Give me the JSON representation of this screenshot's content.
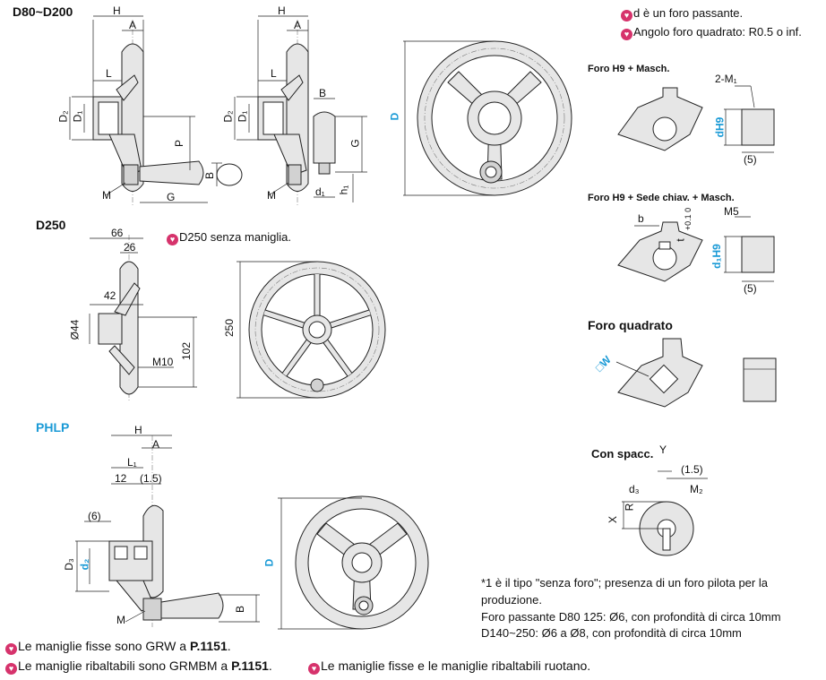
{
  "sections": {
    "d80": "D80~D200",
    "d250": "D250",
    "phlp": "PHLP",
    "h9_tap": "Foro H9 + Masch.",
    "h9_key": "Foro H9 + Sede chiav. + Masch.",
    "square": "Foro quadrato",
    "spacc": "Con spacc."
  },
  "labels": {
    "H": "H",
    "A": "A",
    "L": "L",
    "D2": "D₂",
    "D1": "D₁",
    "P": "P",
    "B": "B",
    "M": "M",
    "G": "G",
    "d1": "d₁",
    "h1": "h₁",
    "D": "D",
    "dim66": "66",
    "dim26": "26",
    "dim42": "42",
    "dim44": "Ø44",
    "M10": "M10",
    "dim102": "102",
    "dim250": "250",
    "L1": "L₁",
    "dim12": "12",
    "dim15": "(1.5)",
    "dim6": "(6)",
    "D3": "D₃",
    "d2": "d₂",
    "twoM1": "2-M₁",
    "dH9": "dH9",
    "dim5": "(5)",
    "b": "b",
    "t": "t",
    "t_tol": "+0.1 0",
    "M5": "M5",
    "d1H9": "d₁H9",
    "W": "□W",
    "Y": "Y",
    "X": "X",
    "R": "R",
    "d3": "d₃",
    "M2": "M₂",
    "sp15": "(1.5)"
  },
  "notes": {
    "top1": "d è un foro passante.",
    "top2": "Angolo foro quadrato: R0.5 o inf.",
    "d250": "D250 senza maniglia.",
    "star1": "*1 è il tipo \"senza foro\"; presenza di un foro pilota per la",
    "star2": "produzione.",
    "star3": "Foro passante D80 125: Ø6, con profondità di circa 10mm",
    "star4": "D140~250: Ø6 a Ø8, con profondità di circa 10mm",
    "b1_pre": "Le maniglie fisse sono GRW a ",
    "b1_ref": "P.1151",
    "b1_post": ".",
    "b2_pre": "Le maniglie ribaltabili sono GRMBM a ",
    "b2_ref": "P.1151",
    "b2_post": ".",
    "b3": "Le maniglie fisse e le maniglie ribaltabili ruotano."
  },
  "icons": {
    "note": "info-pin-icon"
  },
  "colors": {
    "accent_blue": "#1a9ad6",
    "note_icon": "#d6336c"
  }
}
